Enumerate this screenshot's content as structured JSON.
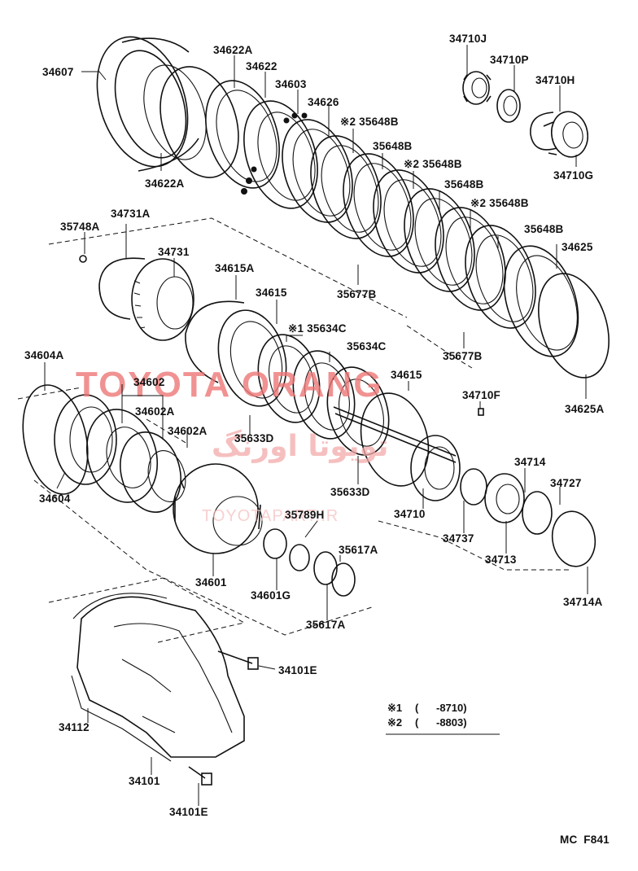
{
  "watermark": {
    "brand": "TOYOTA ORANG",
    "persian": "تویوتا اورنگ",
    "url": "TOYOTAPART.IR"
  },
  "labels": [
    {
      "id": "34607",
      "text": "34607"
    },
    {
      "id": "34622a-top",
      "text": "34622A"
    },
    {
      "id": "34622",
      "text": "34622"
    },
    {
      "id": "34603",
      "text": "34603"
    },
    {
      "id": "34626",
      "text": "34626"
    },
    {
      "id": "35648b-1",
      "text": "※2 35648B"
    },
    {
      "id": "35648b-2",
      "text": "35648B"
    },
    {
      "id": "35648b-3",
      "text": "※2 35648B"
    },
    {
      "id": "35648b-4",
      "text": "35648B"
    },
    {
      "id": "35648b-5",
      "text": "※2 35648B"
    },
    {
      "id": "35648b-6",
      "text": "35648B"
    },
    {
      "id": "34625",
      "text": "34625"
    },
    {
      "id": "34622a-bottom",
      "text": "34622A"
    },
    {
      "id": "34710j",
      "text": "34710J"
    },
    {
      "id": "34710p",
      "text": "34710P"
    },
    {
      "id": "34710h",
      "text": "34710H"
    },
    {
      "id": "34710g",
      "text": "34710G"
    },
    {
      "id": "35748a",
      "text": "35748A"
    },
    {
      "id": "34731a",
      "text": "34731A"
    },
    {
      "id": "34731",
      "text": "34731"
    },
    {
      "id": "34615a",
      "text": "34615A"
    },
    {
      "id": "34615-top",
      "text": "34615"
    },
    {
      "id": "35634c-1",
      "text": "※1 35634C"
    },
    {
      "id": "35634c-2",
      "text": "35634C"
    },
    {
      "id": "35677b-1",
      "text": "35677B"
    },
    {
      "id": "35677b-2",
      "text": "35677B"
    },
    {
      "id": "34615-mid",
      "text": "34615"
    },
    {
      "id": "34710f",
      "text": "34710F"
    },
    {
      "id": "34625a",
      "text": "34625A"
    },
    {
      "id": "34604a",
      "text": "34604A"
    },
    {
      "id": "34602",
      "text": "34602"
    },
    {
      "id": "34602a-1",
      "text": "34602A"
    },
    {
      "id": "34602a-2",
      "text": "34602A"
    },
    {
      "id": "35633d-1",
      "text": "35633D"
    },
    {
      "id": "35633d-2",
      "text": "35633D"
    },
    {
      "id": "34604",
      "text": "34604"
    },
    {
      "id": "34710",
      "text": "34710"
    },
    {
      "id": "34714",
      "text": "34714"
    },
    {
      "id": "34727",
      "text": "34727"
    },
    {
      "id": "34737",
      "text": "34737"
    },
    {
      "id": "34713",
      "text": "34713"
    },
    {
      "id": "35789h",
      "text": "35789H"
    },
    {
      "id": "35617a-1",
      "text": "35617A"
    },
    {
      "id": "35617a-2",
      "text": "35617A"
    },
    {
      "id": "34601",
      "text": "34601"
    },
    {
      "id": "34601g",
      "text": "34601G"
    },
    {
      "id": "34714a",
      "text": "34714A"
    },
    {
      "id": "34101e-1",
      "text": "34101E"
    },
    {
      "id": "34112",
      "text": "34112"
    },
    {
      "id": "34101",
      "text": "34101"
    },
    {
      "id": "34101e-2",
      "text": "34101E"
    }
  ],
  "notes": [
    {
      "mark": "※1",
      "range": "(      -8710)"
    },
    {
      "mark": "※2",
      "range": "(      -8803)"
    }
  ],
  "figure_code": "MC  F841"
}
